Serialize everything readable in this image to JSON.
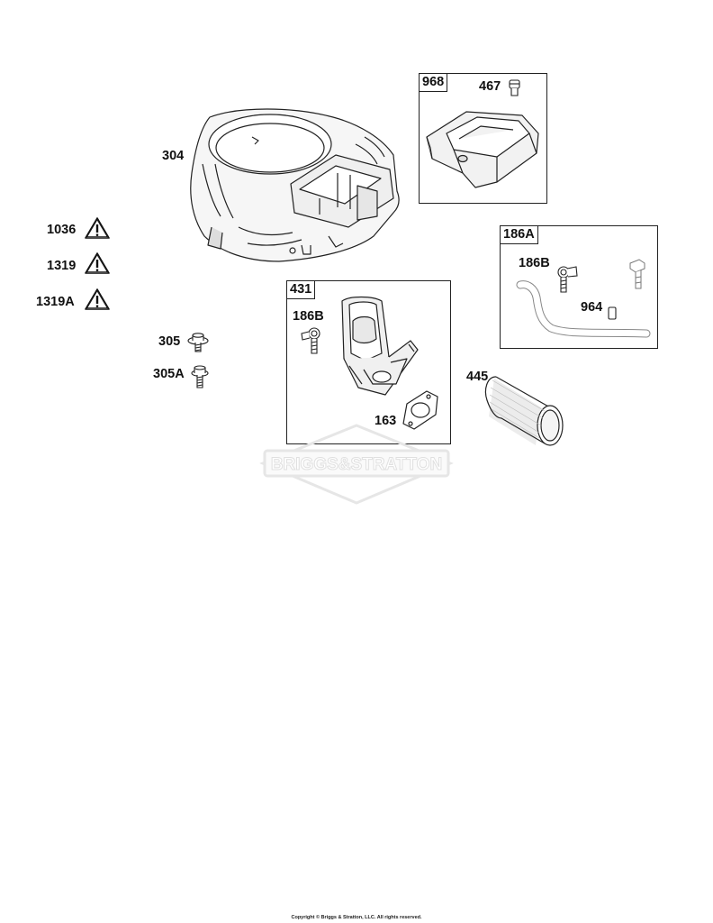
{
  "labels": {
    "p304": "304",
    "p1036": "1036",
    "p1319": "1319",
    "p1319a": "1319A",
    "p305": "305",
    "p305a": "305A",
    "p968": "968",
    "p467": "467",
    "p186a": "186A",
    "p186b_right": "186B",
    "p964": "964",
    "p431": "431",
    "p186b_left": "186B",
    "p163": "163",
    "p445": "445"
  },
  "watermark": "BRIGGS&STRATTON",
  "footer": "Copyright © Briggs & Stratton, LLC. All rights reserved."
}
